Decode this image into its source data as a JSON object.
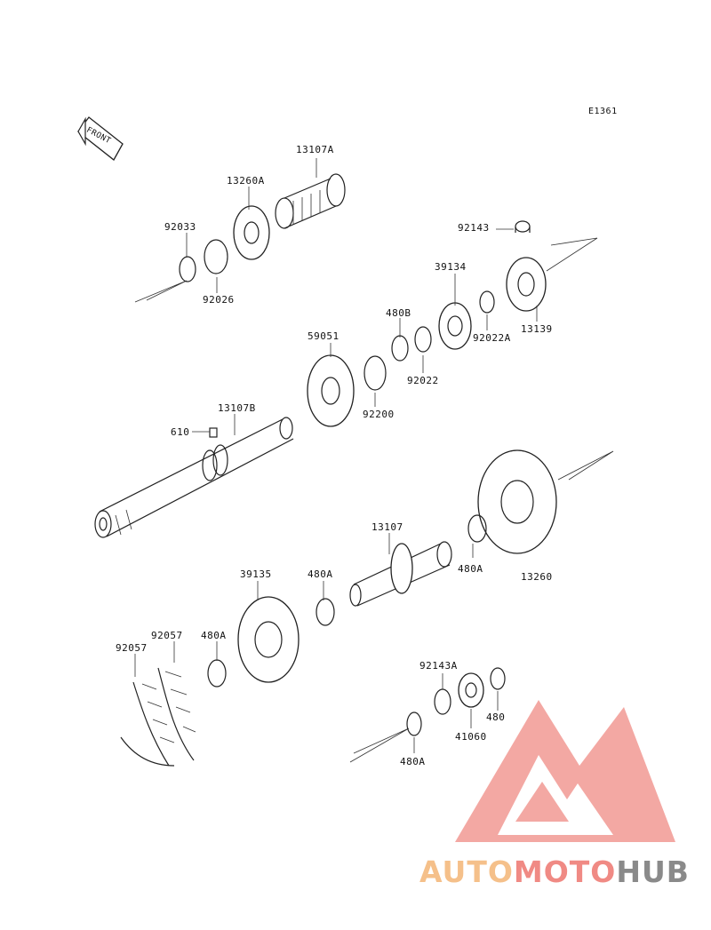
{
  "diagram_code": "E1361",
  "front_label": "FRONT",
  "part_labels": {
    "p13107A": "13107A",
    "p13260A": "13260A",
    "p92033": "92033",
    "p92026": "92026",
    "p92143": "92143",
    "p39134": "39134",
    "p480B": "480B",
    "p59051": "59051",
    "p92022": "92022",
    "p92022A": "92022A",
    "p13139": "13139",
    "p92200": "92200",
    "p13107B": "13107B",
    "p610": "610",
    "p13107": "13107",
    "p480A_top": "480A",
    "p13260": "13260",
    "p39135": "39135",
    "p480A_mid": "480A",
    "p92057_a": "92057",
    "p92057_b": "92057",
    "p480A_left": "480A",
    "p92143A": "92143A",
    "p480": "480",
    "p41060": "41060",
    "p480A_bottom": "480A"
  },
  "watermark": {
    "part1": "AUTO",
    "part2": "MOTO",
    "part3": "HUB",
    "colors": {
      "auto": "#f5c08a",
      "moto": "#f08a84",
      "hub": "#8a8a8a",
      "triangle": "#f29a94"
    }
  }
}
